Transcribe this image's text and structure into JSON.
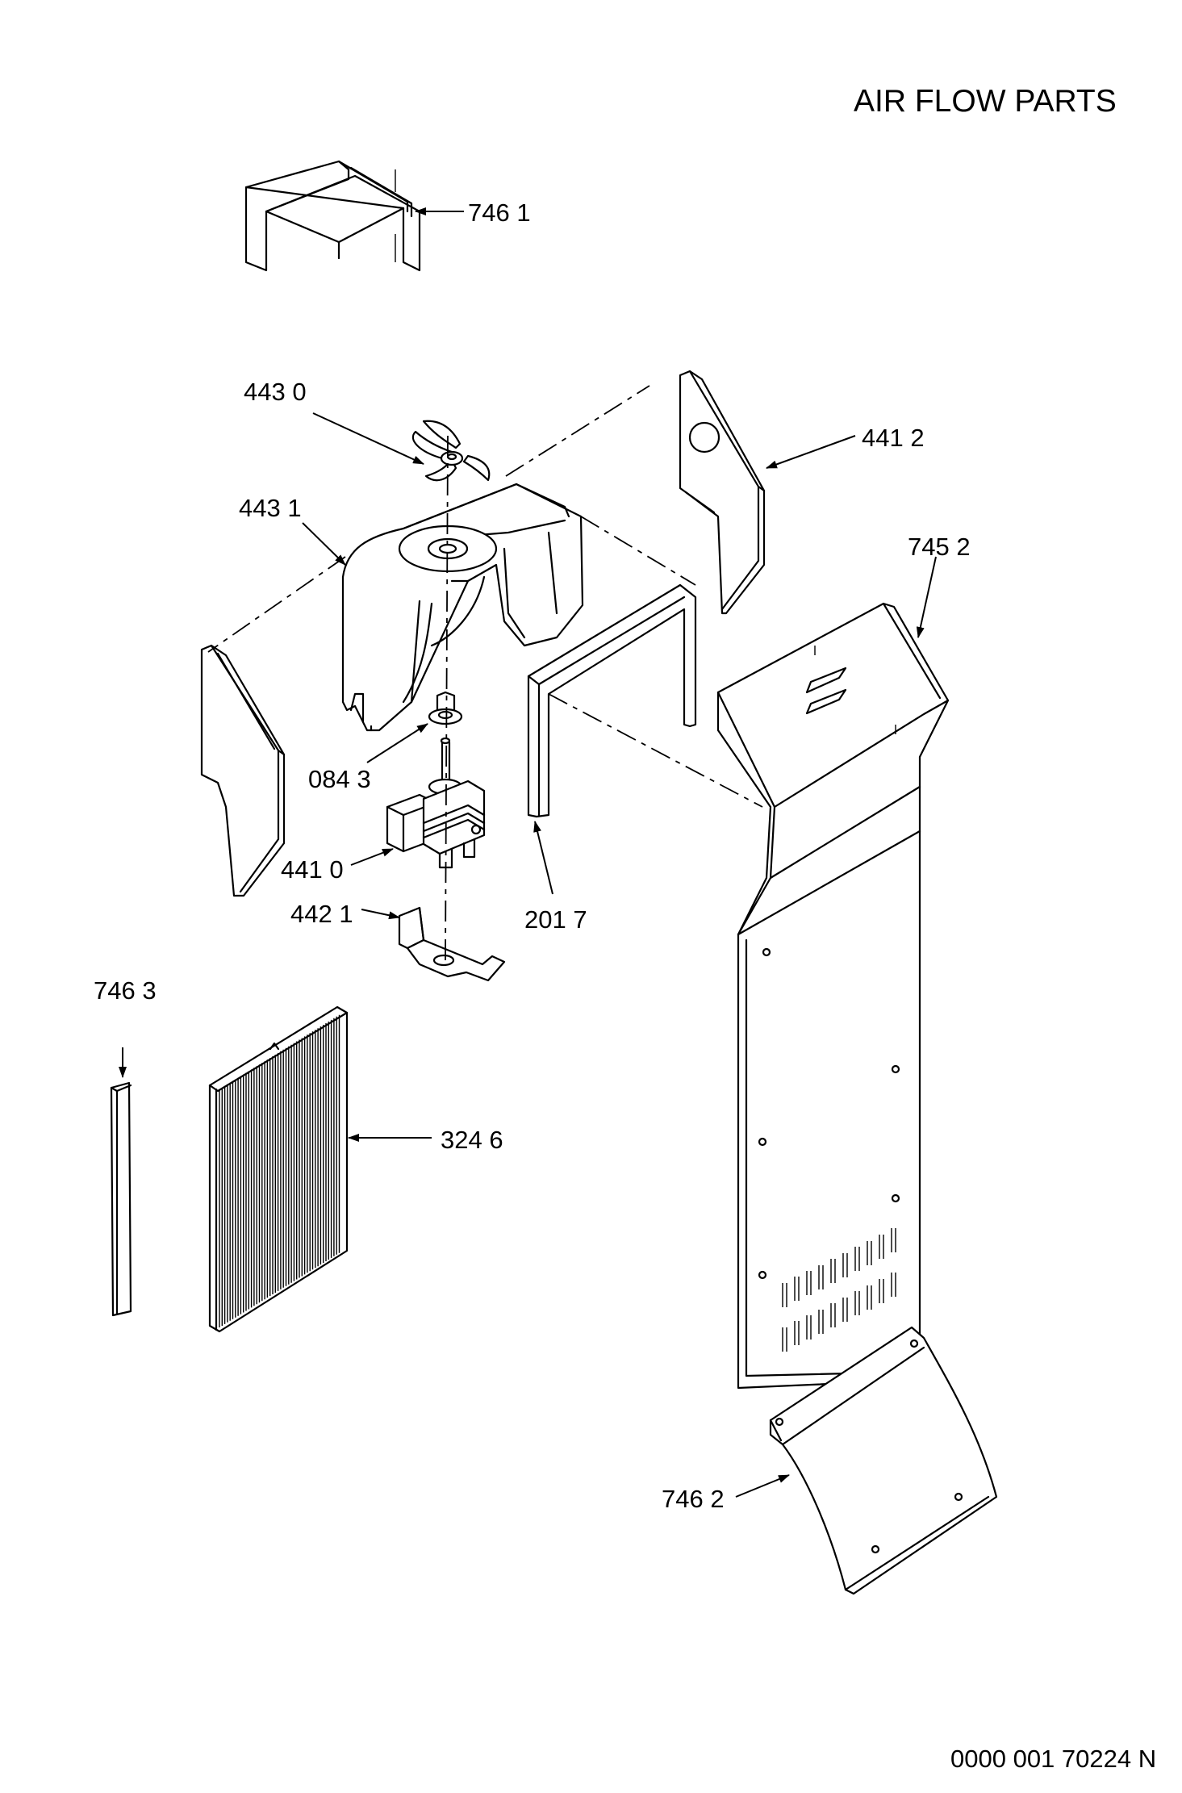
{
  "header": {
    "title": "AIR FLOW PARTS"
  },
  "footer": {
    "document_number": "0000 001 70224 N"
  },
  "parts": [
    {
      "id": "p7461",
      "label": "746 1",
      "icon": "shroud-top-icon"
    },
    {
      "id": "p4430",
      "label": "443 0",
      "icon": "fan-blade-icon"
    },
    {
      "id": "p4412",
      "label": "441 2",
      "icon": "side-panel-right-icon"
    },
    {
      "id": "p4431",
      "label": "443 1",
      "icon": "fan-housing-icon"
    },
    {
      "id": "p7452",
      "label": "745 2",
      "icon": "air-duct-icon"
    },
    {
      "id": "p0843",
      "label": "084 3",
      "icon": "shaft-bushing-icon"
    },
    {
      "id": "p4410",
      "label": "441 0",
      "icon": "fan-motor-icon"
    },
    {
      "id": "p2017",
      "label": "201 7",
      "icon": "gasket-frame-icon"
    },
    {
      "id": "p4421",
      "label": "442 1",
      "icon": "motor-bracket-icon"
    },
    {
      "id": "p7463",
      "label": "746 3",
      "icon": "foam-strip-icon"
    },
    {
      "id": "p3246",
      "label": "324 6",
      "icon": "evaporator-grille-icon"
    },
    {
      "id": "p7462",
      "label": "746 2",
      "icon": "bottom-deflector-icon"
    }
  ]
}
